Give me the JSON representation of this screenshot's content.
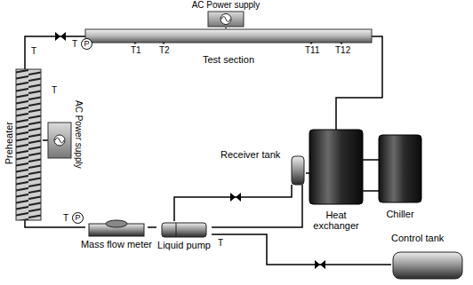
{
  "diagram": {
    "nodes": [
      {
        "text": [
          "AC Power supply"
        ]
      },
      {
        "text": [
          "Test section"
        ]
      },
      {
        "text": [
          "Preheater"
        ]
      },
      {
        "text": [
          "AC Power supply"
        ]
      },
      {
        "text": [
          "Heat exchanger"
        ]
      },
      {
        "text": [
          "Chiller"
        ]
      },
      {
        "text": [
          "Receiver tank"
        ]
      },
      {
        "text": [
          "Mass flow meter"
        ]
      },
      {
        "text": [
          "Liquid pump"
        ]
      },
      {
        "text": [
          "Control tank"
        ]
      }
    ],
    "edges": [
      {
        "from": 0,
        "to": 1,
        "arrow": "none"
      },
      {
        "from": 3,
        "to": 2,
        "arrow": "none"
      },
      {
        "from": 2,
        "to": 1,
        "arrow": "none"
      },
      {
        "from": 1,
        "to": 4,
        "arrow": "none"
      },
      {
        "from": 4,
        "to": 5,
        "arrow": "none"
      },
      {
        "from": 4,
        "to": 5,
        "arrow": "none"
      },
      {
        "from": 4,
        "to": 6,
        "arrow": "none"
      },
      {
        "from": 6,
        "to": 8,
        "arrow": "none"
      },
      {
        "from": 8,
        "to": 7,
        "arrow": "none"
      },
      {
        "from": 7,
        "to": 2,
        "arrow": "none"
      },
      {
        "from": 8,
        "to": 6,
        "arrow": "none"
      },
      {
        "from": 9,
        "to": 8,
        "arrow": "none"
      }
    ],
    "labels": [
      "T",
      "P",
      "T1",
      "T2",
      "T11",
      "T12",
      "T",
      "T",
      "T",
      "P",
      "T"
    ]
  }
}
